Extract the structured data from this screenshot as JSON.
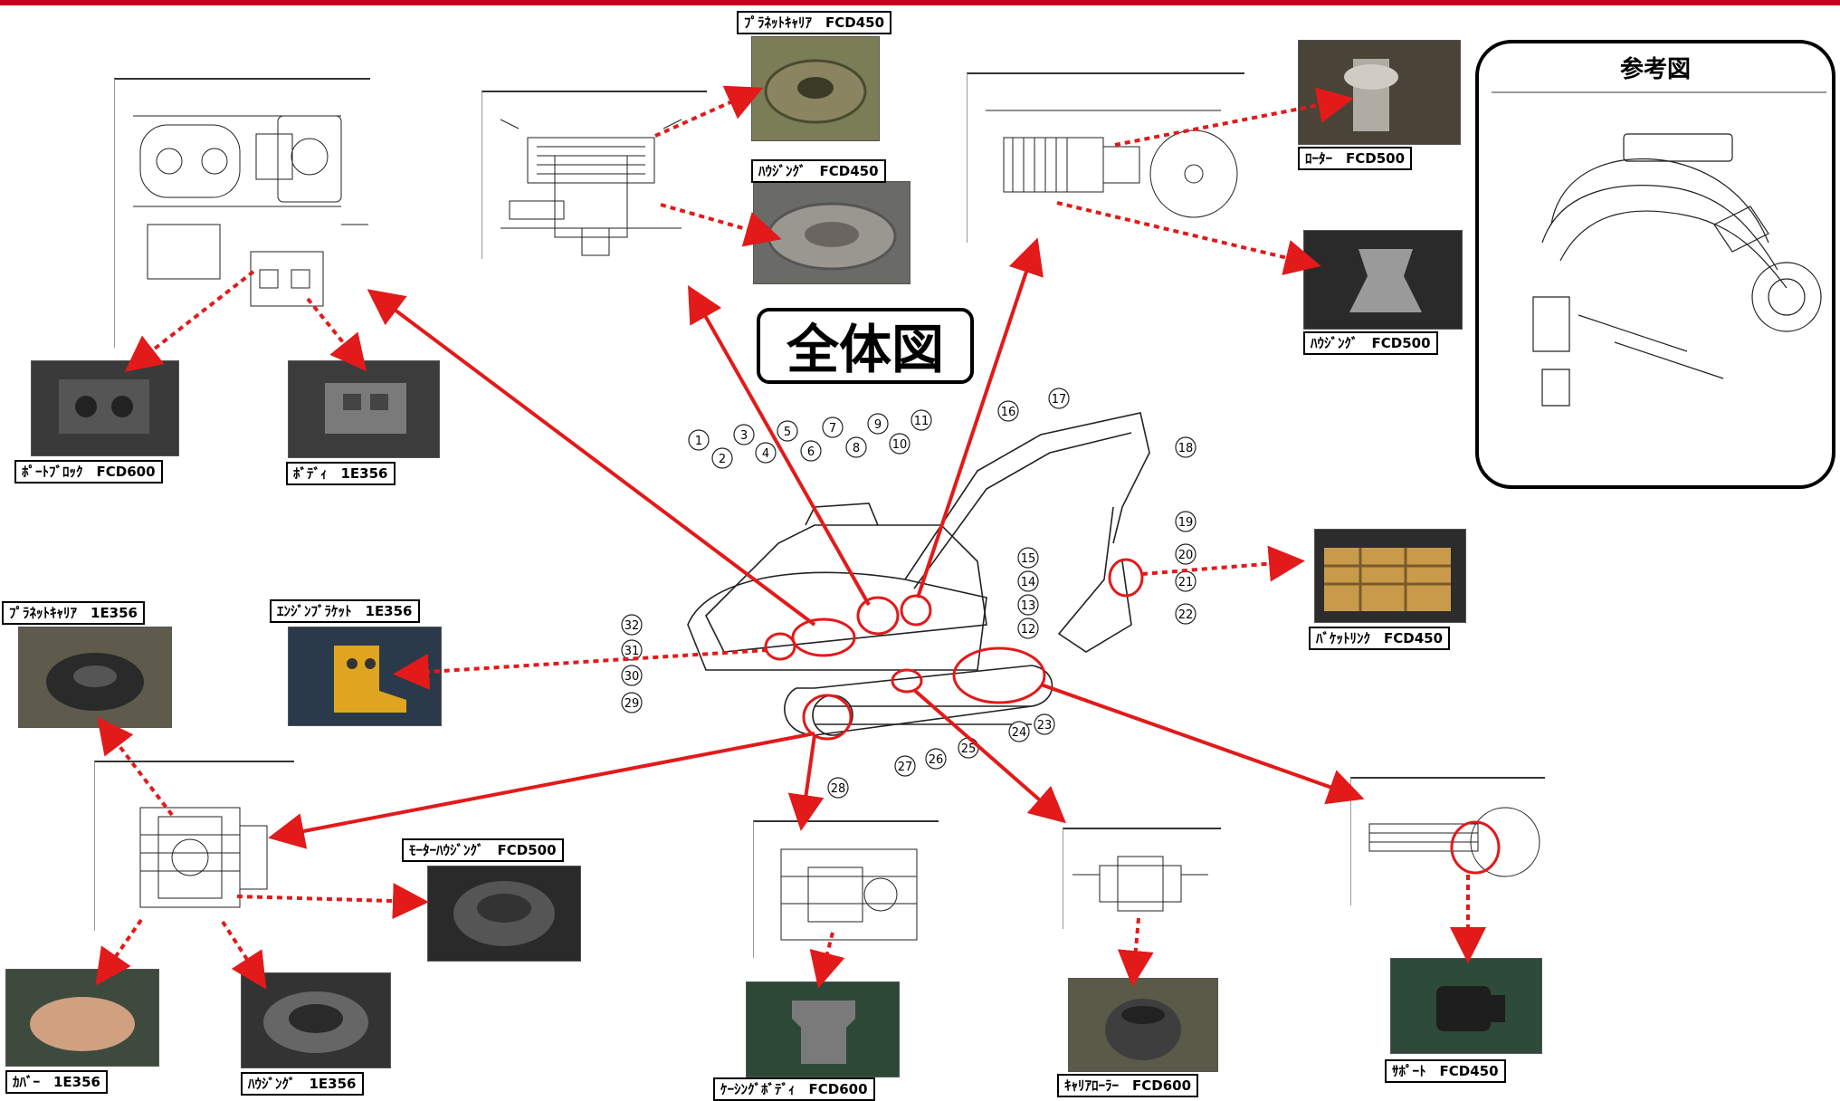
{
  "title": "全体図",
  "reference": {
    "title": "参考図"
  },
  "excavator": {
    "numbers": [
      "1",
      "2",
      "3",
      "4",
      "5",
      "6",
      "7",
      "8",
      "9",
      "10",
      "11",
      "12",
      "13",
      "14",
      "15",
      "16",
      "17",
      "18",
      "19",
      "20",
      "21",
      "22",
      "23",
      "24",
      "25",
      "26",
      "27",
      "28",
      "29",
      "30",
      "31",
      "32"
    ]
  },
  "parts": [
    {
      "id": "planet-carrier-top",
      "label": "ﾌﾟﾗﾈｯﾄｷｬﾘｱ　FCD450"
    },
    {
      "id": "housing-top",
      "label": "ﾊｳｼﾞﾝｸﾞ　FCD450"
    },
    {
      "id": "rotor",
      "label": "ﾛｰﾀｰ　FCD500"
    },
    {
      "id": "housing-fcd500",
      "label": "ﾊｳｼﾞﾝｸﾞ　FCD500"
    },
    {
      "id": "port-block",
      "label": "ﾎﾟｰﾄﾌﾞﾛｯｸ　FCD600"
    },
    {
      "id": "body",
      "label": "ﾎﾞﾃﾞｨ　1E356"
    },
    {
      "id": "planet-carrier-left",
      "label": "ﾌﾟﾗﾈｯﾄｷｬﾘｱ　1E356"
    },
    {
      "id": "engine-bracket",
      "label": "ｴﾝｼﾞﾝﾌﾞﾗｹｯﾄ　1E356"
    },
    {
      "id": "bucket-link",
      "label": "ﾊﾞｹｯﾄﾘﾝｸ　FCD450"
    },
    {
      "id": "motor-housing",
      "label": "ﾓｰﾀｰﾊｳｼﾞﾝｸﾞ　FCD500"
    },
    {
      "id": "cover",
      "label": "ｶﾊﾞｰ　1E356"
    },
    {
      "id": "housing-1e356",
      "label": "ﾊｳｼﾞﾝｸﾞ　1E356"
    },
    {
      "id": "casing-body",
      "label": "ｹｰｼﾝｸﾞﾎﾞﾃﾞｨ　FCD600"
    },
    {
      "id": "carrier-roller",
      "label": "ｷｬﾘｱﾛｰﾗｰ　FCD600"
    },
    {
      "id": "support",
      "label": "ｻﾎﾟｰﾄ　FCD450"
    }
  ],
  "colors": {
    "accent_red": "#e21a1a",
    "top_bar": "#c8001e"
  }
}
